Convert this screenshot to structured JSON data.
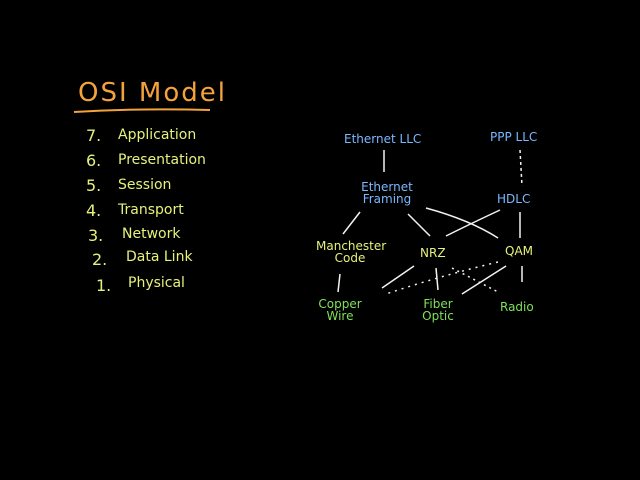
{
  "title": "OSI Model",
  "layers": [
    {
      "num": "7.",
      "name": "Application"
    },
    {
      "num": "6.",
      "name": "Presentation"
    },
    {
      "num": "5.",
      "name": "Session"
    },
    {
      "num": "4.",
      "name": "Transport"
    },
    {
      "num": "3.",
      "name": "Network"
    },
    {
      "num": "2.",
      "name": "Data Link"
    },
    {
      "num": "1.",
      "name": "Physical"
    }
  ],
  "diagram": {
    "llc": [
      "Ethernet LLC",
      "PPP LLC"
    ],
    "framing": [
      "Ethernet Framing",
      "HDLC"
    ],
    "coding": [
      "Manchester Code",
      "NRZ",
      "QAM"
    ],
    "media": [
      "Copper Wire",
      "Fiber Optic",
      "Radio"
    ]
  },
  "colors": {
    "title": "#f4a23a",
    "layers": "#e6f27a",
    "llc": "#7ab8ff",
    "framing": "#7ab8ff",
    "coding": "#e6f27a",
    "media": "#7fe05a",
    "lines": "#f2f2f2"
  }
}
